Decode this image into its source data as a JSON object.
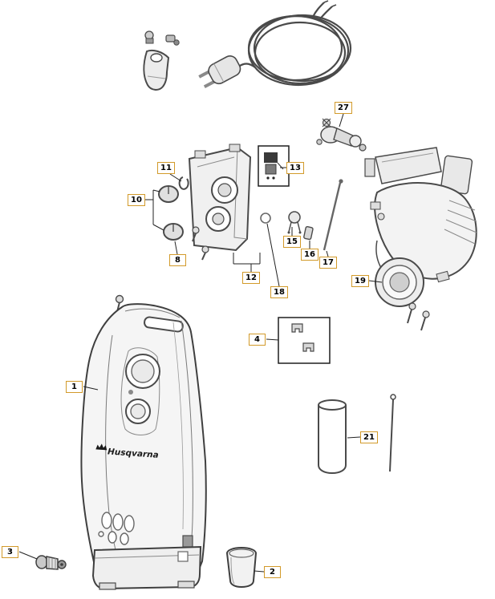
{
  "diagram": {
    "brand": "Husqvarna",
    "type": "exploded-parts-diagram",
    "callouts": [
      {
        "num": "1"
      },
      {
        "num": "2"
      },
      {
        "num": "3"
      },
      {
        "num": "4"
      },
      {
        "num": "8"
      },
      {
        "num": "10"
      },
      {
        "num": "11"
      },
      {
        "num": "12"
      },
      {
        "num": "13"
      },
      {
        "num": "15"
      },
      {
        "num": "16"
      },
      {
        "num": "17"
      },
      {
        "num": "18"
      },
      {
        "num": "19"
      },
      {
        "num": "21"
      },
      {
        "num": "27"
      }
    ],
    "style": {
      "callout_border": "#d29a2a",
      "leader_line_color": "#222222",
      "drawing_stroke": "#4a4a4a",
      "background": "#ffffff"
    }
  }
}
